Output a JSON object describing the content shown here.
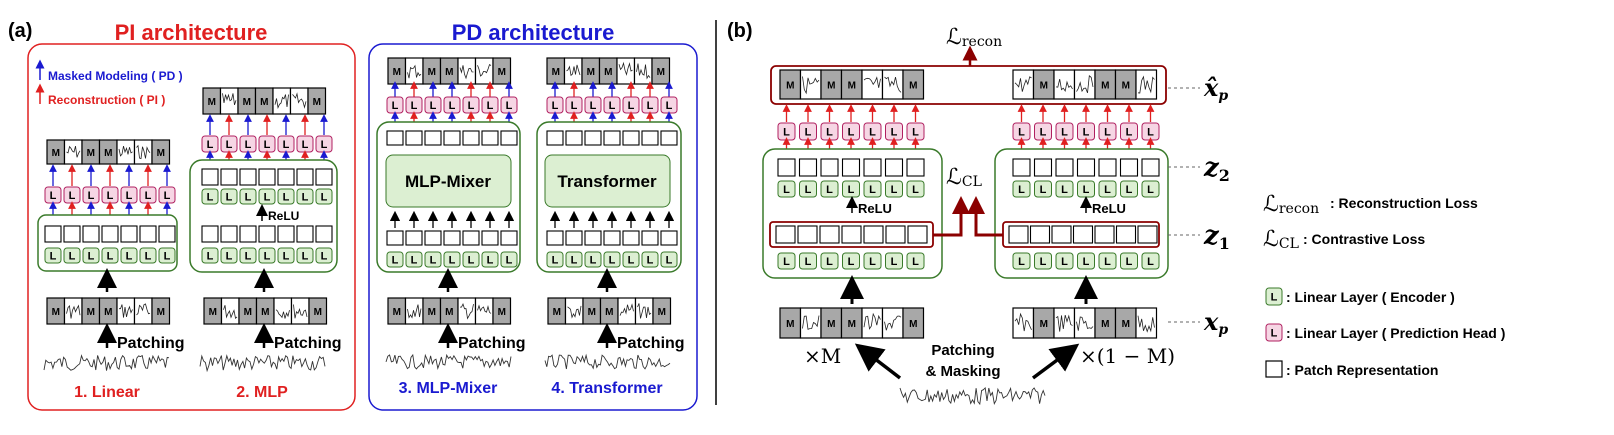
{
  "panel_a": {
    "label": "(a)",
    "pi": {
      "title": "PI architecture",
      "legend_pd": "Masked Modeling ( PD )",
      "legend_pi": "Reconstruction ( PI )",
      "relu": "ReLU",
      "patching": "Patching",
      "cap1": "1. Linear",
      "cap2": "2. MLP"
    },
    "pd": {
      "title": "PD architecture",
      "mixer": "MLP-Mixer",
      "transformer": "Transformer",
      "patching": "Patching",
      "cap3": "3. MLP-Mixer",
      "cap4": "4. Transformer"
    }
  },
  "panel_b": {
    "label": "(b)",
    "recon_L": "ℒ",
    "recon_sub": "recon",
    "cl_L": "ℒ",
    "cl_sub": "CL",
    "relu": "ReLU",
    "xp_hat": "x̂",
    "xp_sub": "p",
    "z2": "z",
    "z2_sub": "2",
    "z1": "z",
    "z1_sub": "1",
    "xp": "x",
    "xp2_sub": "p",
    "times_m": "×M",
    "times_1m": "×(1 − M)",
    "patching1": "Patching",
    "patching2": "& Masking"
  },
  "legend": {
    "recon_L": "ℒ",
    "recon_sub": "recon",
    "recon_text": ": Reconstruction Loss",
    "cl_L": "ℒ",
    "cl_sub": "CL",
    "cl_text": ": Contrastive Loss",
    "enc_text": ": Linear Layer ( Encoder )",
    "head_text": ": Linear Layer ( Prediction Head )",
    "patch_text": ": Patch Representation"
  },
  "glyph_L": "L",
  "glyph_M": "M",
  "colors": {
    "red": "#e02020",
    "blue": "#1a1ad0",
    "green_border": "#3a7a2a",
    "green_fill": "#dcefd2",
    "pink_fill": "#f6d6e4",
    "pink_border": "#b02060",
    "darkred": "#8b0000"
  }
}
